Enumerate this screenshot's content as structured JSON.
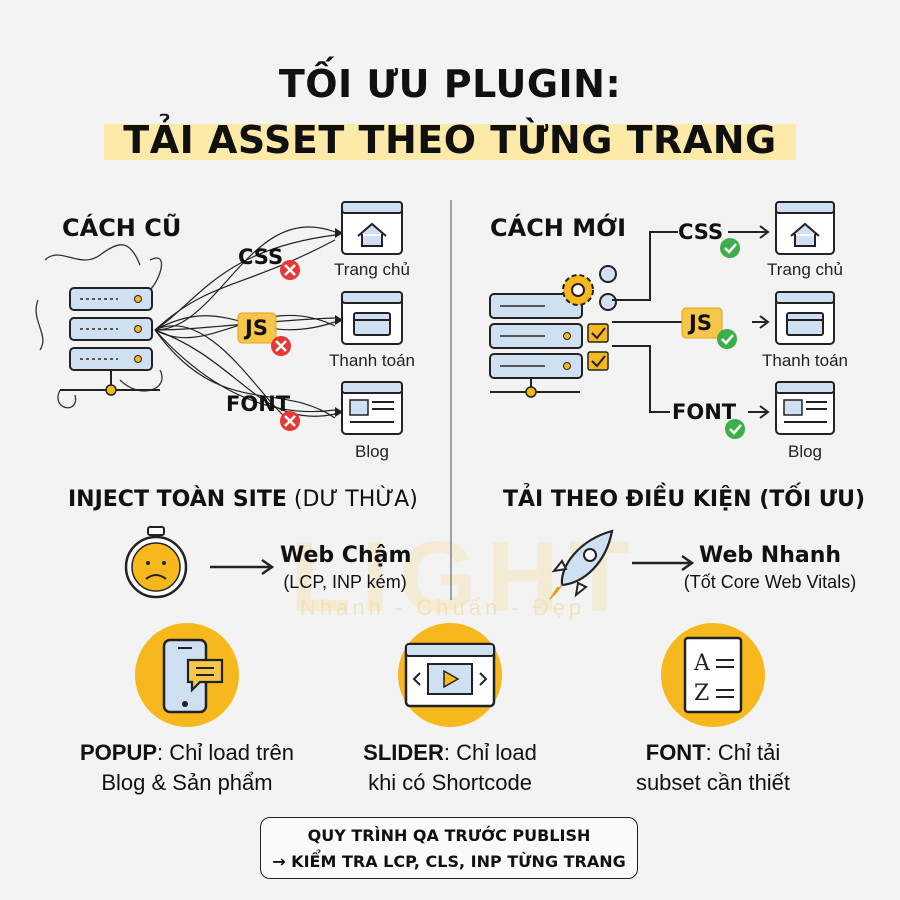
{
  "title": {
    "line1": "TỐI ƯU PLUGIN:",
    "line2": "TẢI ASSET THEO TỪNG TRANG"
  },
  "watermark": {
    "text": "LIGHT",
    "slogan": "Nhanh - Chuẩn - Đẹp"
  },
  "old_way": {
    "heading": "CÁCH CŨ",
    "assets": [
      "CSS",
      "JS",
      "FONT"
    ],
    "pages": [
      "Trang chủ",
      "Thanh toán",
      "Blog"
    ],
    "summary_bold": "INJECT TOÀN SITE",
    "summary_rest": " (DƯ THỪA)",
    "result_title": "Web Chậm",
    "result_sub": "(LCP, INP kém)"
  },
  "new_way": {
    "heading": "CÁCH MỚI",
    "assets": [
      "CSS",
      "JS",
      "FONT"
    ],
    "pages": [
      "Trang chủ",
      "Thanh toán",
      "Blog"
    ],
    "summary": "TẢI THEO ĐIỀU KIỆN (TỐI ƯU)",
    "result_title": "Web Nhanh",
    "result_sub": "(Tốt Core Web Vitals)"
  },
  "features": [
    {
      "name": "POPUP",
      "line1_rest": ": Chỉ load trên",
      "line2": "Blog & Sản phẩm"
    },
    {
      "name": "SLIDER",
      "line1_rest": ": Chỉ load",
      "line2": "khi có Shortcode"
    },
    {
      "name": "FONT",
      "line1_rest": ": Chỉ tải",
      "line2": "subset cần thiết"
    }
  ],
  "font_icon_letters": [
    "A",
    "Z"
  ],
  "qa": {
    "line1": "QUY TRÌNH QA TRƯỚC PUBLISH",
    "line2": "→ KIỂM TRA LCP, CLS, INP TỪNG TRANG"
  },
  "colors": {
    "accent": "#f6b81c",
    "highlight": "#fde9a8",
    "blue": "#cfe0f2",
    "error": "#e53935",
    "ok": "#3cae4a"
  }
}
